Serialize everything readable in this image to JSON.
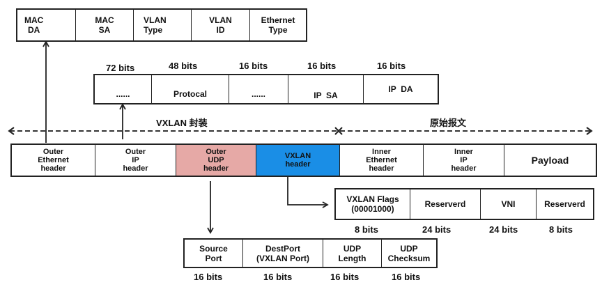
{
  "ethernet_frame": {
    "fields": [
      "MAC\nDA",
      "MAC\nSA",
      "VLAN\nType",
      "VLAN\nID",
      "Ethernet\nType"
    ]
  },
  "ip_header": {
    "bits": [
      "72 bits",
      "48 bits",
      "16 bits",
      "16 bits",
      "16 bits"
    ],
    "fields": [
      "......",
      "Protocal",
      "......",
      "IP  SA",
      "IP  DA"
    ]
  },
  "spans": {
    "encap_label": "VXLAN 封装",
    "original_label": "原始报文"
  },
  "vxlan_packet": {
    "fields": [
      {
        "label": "Outer\nEthernet\nheader",
        "color": "#ffffff"
      },
      {
        "label": "Outer\nIP\nheader",
        "color": "#ffffff"
      },
      {
        "label": "Outer\nUDP\nheader",
        "color": "#e6a9a6"
      },
      {
        "label": "VXLAN\nheader",
        "color": "#1a8ee6"
      },
      {
        "label": "Inner\nEthernet\nheader",
        "color": "#ffffff"
      },
      {
        "label": "Inner\nIP\nheader",
        "color": "#ffffff"
      },
      {
        "label": "Payload",
        "color": "#ffffff"
      }
    ]
  },
  "vxlan_header": {
    "fields": [
      "VXLAN Flags\n(00001000)",
      "Reserverd",
      "VNI",
      "Reserverd"
    ],
    "bits": [
      "8 bits",
      "24 bits",
      "24 bits",
      "8 bits"
    ]
  },
  "udp_header": {
    "fields": [
      "Source\nPort",
      "DestPort\n(VXLAN Port)",
      "UDP\nLength",
      "UDP\nChecksum"
    ],
    "bits": [
      "16 bits",
      "16 bits",
      "16 bits",
      "16 bits"
    ]
  }
}
